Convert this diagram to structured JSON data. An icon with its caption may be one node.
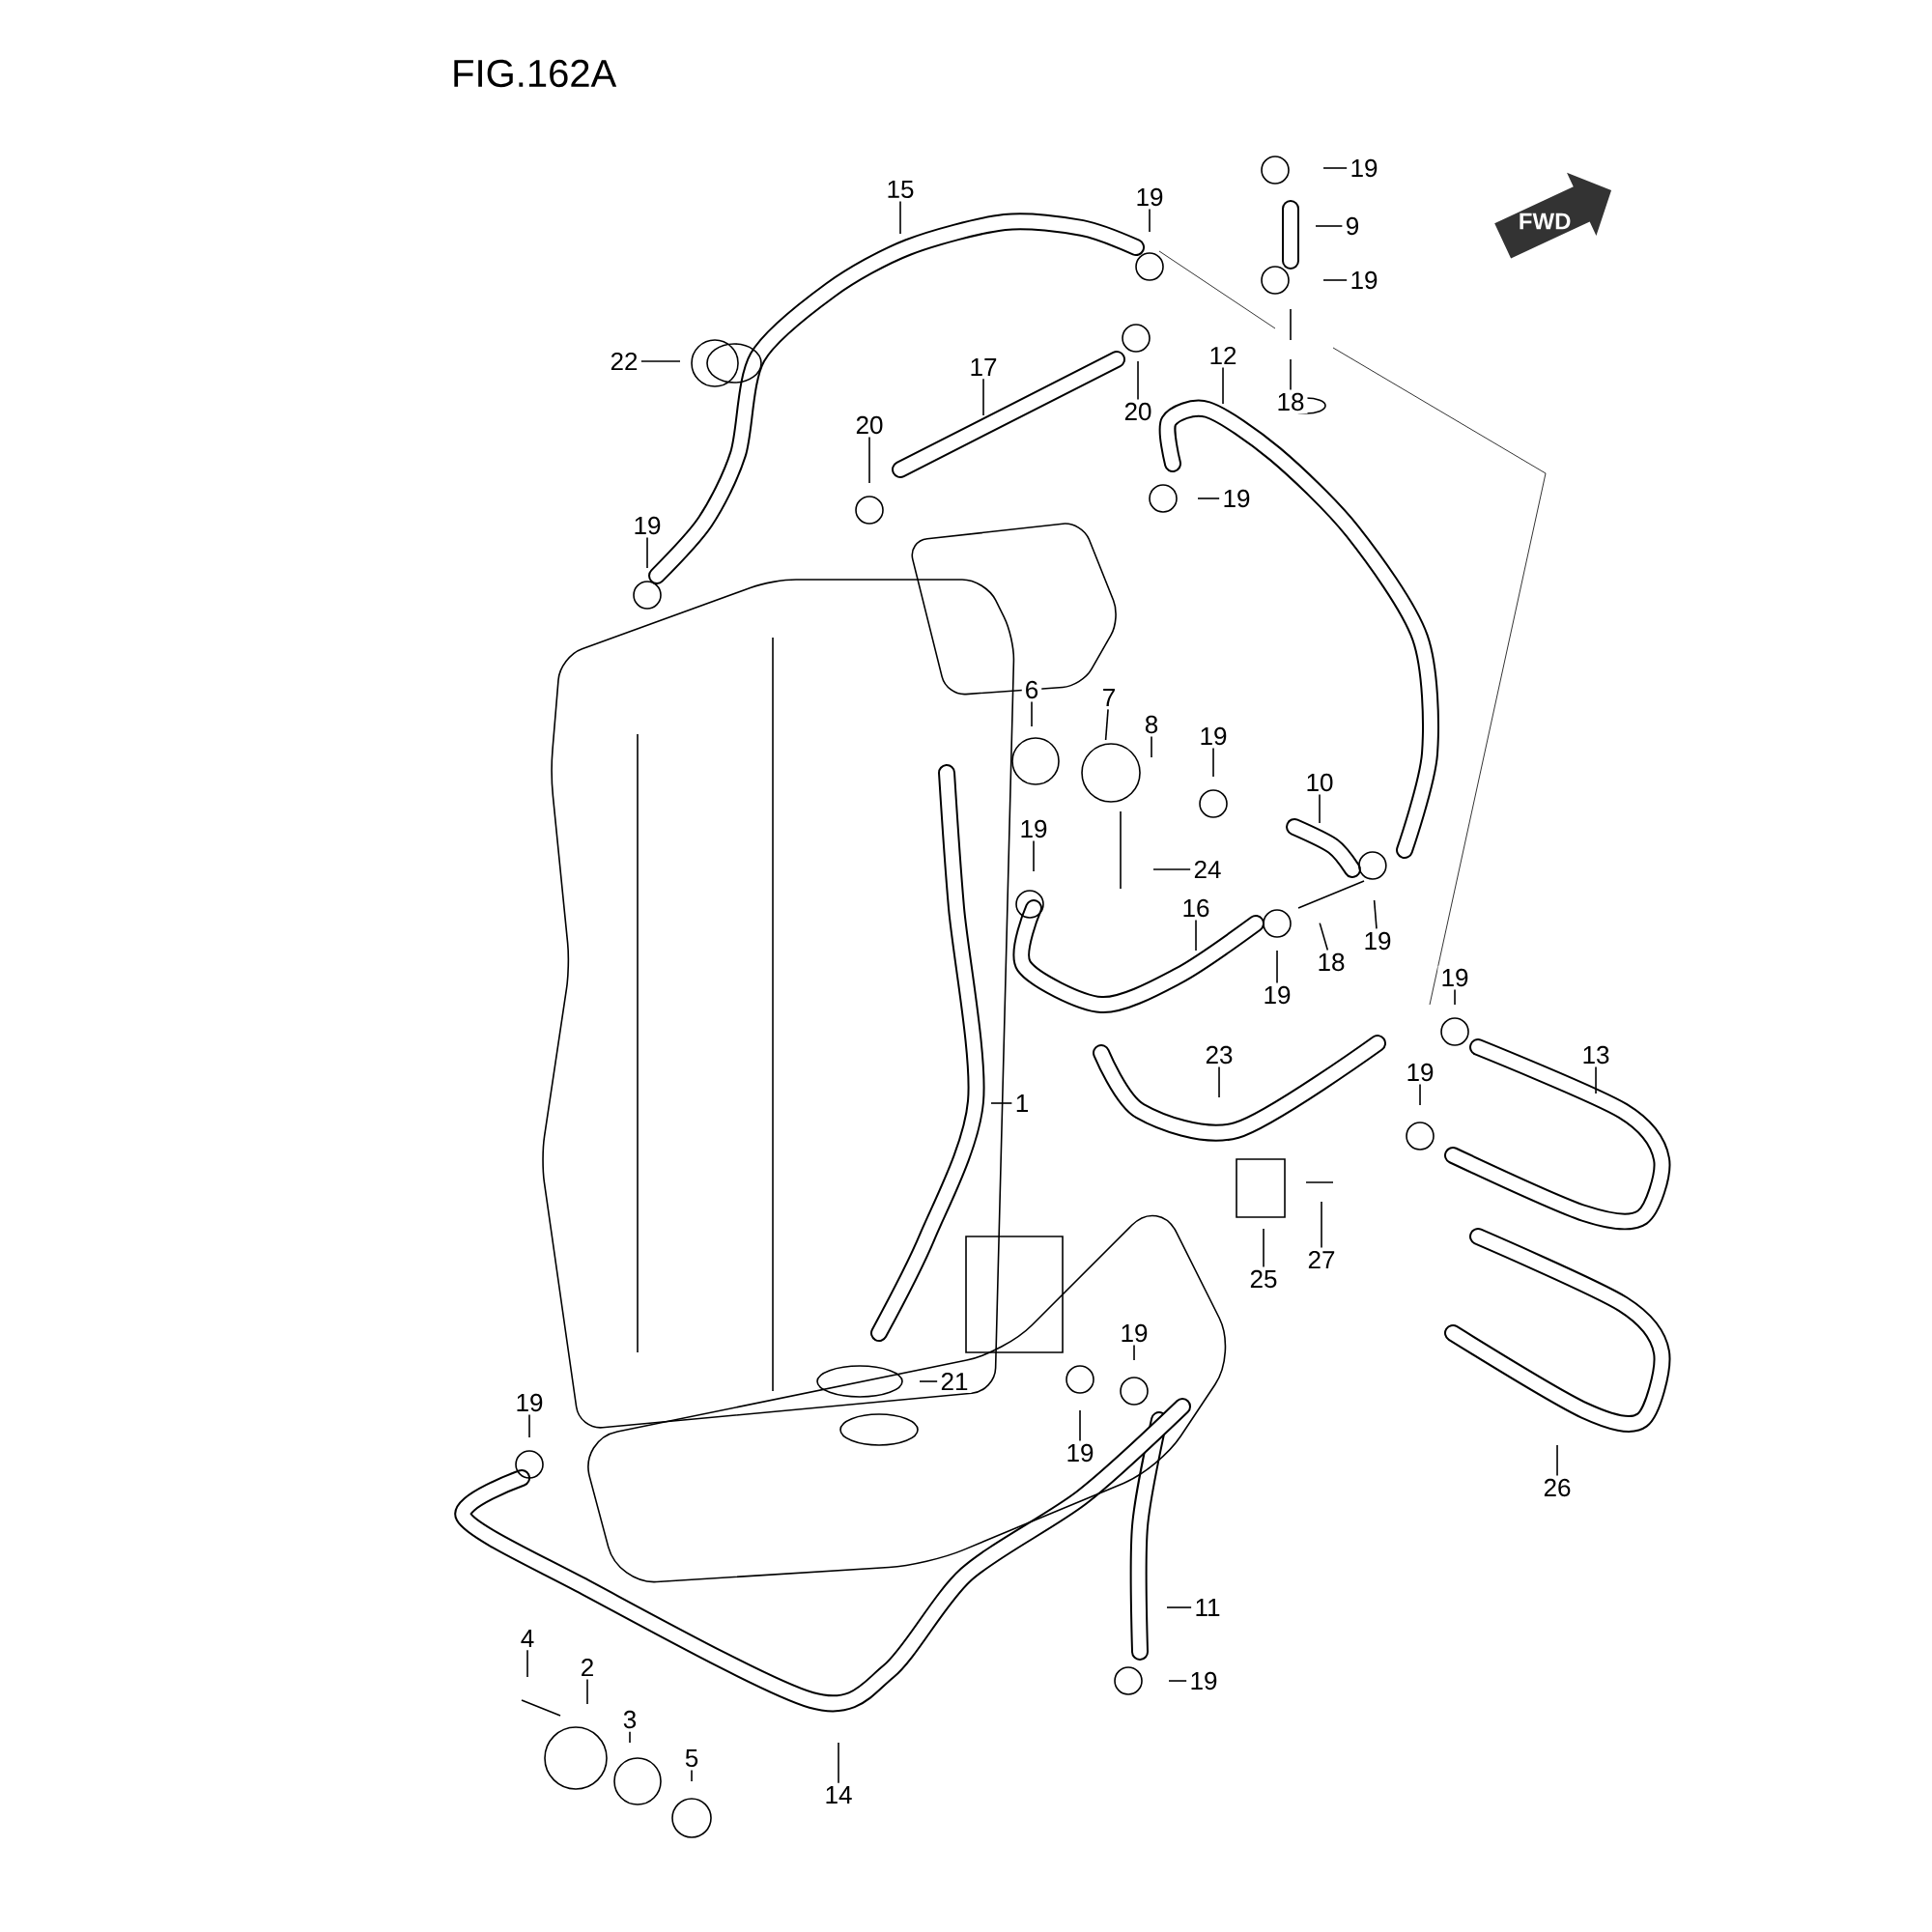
{
  "diagram": {
    "title": "FIG.162A",
    "nodes": [
      {
        "text": [
          "15"
        ]
      },
      {
        "text": [
          "19"
        ]
      },
      {
        "text": [
          "19"
        ]
      },
      {
        "text": [
          "9"
        ]
      },
      {
        "text": [
          "19"
        ]
      },
      {
        "text": [
          "18"
        ]
      },
      {
        "text": [
          "22"
        ]
      },
      {
        "text": [
          "17"
        ]
      },
      {
        "text": [
          "20"
        ]
      },
      {
        "text": [
          "20"
        ]
      },
      {
        "text": [
          "12"
        ]
      },
      {
        "text": [
          "19"
        ]
      },
      {
        "text": [
          "19"
        ]
      },
      {
        "text": [
          "6"
        ]
      },
      {
        "text": [
          "7"
        ]
      },
      {
        "text": [
          "8"
        ]
      },
      {
        "text": [
          "19"
        ]
      },
      {
        "text": [
          "10"
        ]
      },
      {
        "text": [
          "19"
        ]
      },
      {
        "text": [
          "24"
        ]
      },
      {
        "text": [
          "16"
        ]
      },
      {
        "text": [
          "19"
        ]
      },
      {
        "text": [
          "18"
        ]
      },
      {
        "text": [
          "19"
        ]
      },
      {
        "text": [
          "19"
        ]
      },
      {
        "text": [
          "13"
        ]
      },
      {
        "text": [
          "23"
        ]
      },
      {
        "text": [
          "19"
        ]
      },
      {
        "text": [
          "1"
        ]
      },
      {
        "text": [
          "25"
        ]
      },
      {
        "text": [
          "27"
        ]
      },
      {
        "text": [
          "21"
        ]
      },
      {
        "text": [
          "19"
        ]
      },
      {
        "text": [
          "19"
        ]
      },
      {
        "text": [
          "19"
        ]
      },
      {
        "text": [
          "26"
        ]
      },
      {
        "text": [
          "11"
        ]
      },
      {
        "text": [
          "19"
        ]
      },
      {
        "text": [
          "4"
        ]
      },
      {
        "text": [
          "2"
        ]
      },
      {
        "text": [
          "3"
        ]
      },
      {
        "text": [
          "5"
        ]
      },
      {
        "text": [
          "14"
        ]
      }
    ],
    "edges": [
      {
        "from": 0,
        "to": null,
        "arrow": "none"
      },
      {
        "from": 1,
        "to": null,
        "arrow": "none"
      },
      {
        "from": 2,
        "to": null,
        "arrow": "none"
      },
      {
        "from": 3,
        "to": null,
        "arrow": "none"
      },
      {
        "from": 4,
        "to": null,
        "arrow": "none"
      },
      {
        "from": 5,
        "to": null,
        "arrow": "none"
      },
      {
        "from": 6,
        "to": null,
        "arrow": "none"
      },
      {
        "from": 7,
        "to": null,
        "arrow": "none"
      },
      {
        "from": 8,
        "to": null,
        "arrow": "none"
      },
      {
        "from": 9,
        "to": null,
        "arrow": "none"
      },
      {
        "from": 10,
        "to": null,
        "arrow": "none"
      },
      {
        "from": 11,
        "to": null,
        "arrow": "none"
      },
      {
        "from": 12,
        "to": null,
        "arrow": "none"
      },
      {
        "from": 13,
        "to": null,
        "arrow": "none"
      },
      {
        "from": 14,
        "to": null,
        "arrow": "none"
      },
      {
        "from": 15,
        "to": null,
        "arrow": "none"
      },
      {
        "from": 16,
        "to": null,
        "arrow": "none"
      },
      {
        "from": 17,
        "to": null,
        "arrow": "none"
      },
      {
        "from": 18,
        "to": null,
        "arrow": "none"
      },
      {
        "from": 19,
        "to": null,
        "arrow": "none"
      },
      {
        "from": 20,
        "to": null,
        "arrow": "none"
      },
      {
        "from": 21,
        "to": null,
        "arrow": "none"
      },
      {
        "from": 22,
        "to": null,
        "arrow": "none"
      },
      {
        "from": 23,
        "to": null,
        "arrow": "none"
      },
      {
        "from": 24,
        "to": null,
        "arrow": "none"
      },
      {
        "from": 25,
        "to": null,
        "arrow": "none"
      },
      {
        "from": 26,
        "to": null,
        "arrow": "none"
      },
      {
        "from": 27,
        "to": null,
        "arrow": "none"
      },
      {
        "from": 28,
        "to": null,
        "arrow": "none"
      },
      {
        "from": 29,
        "to": null,
        "arrow": "none"
      },
      {
        "from": 30,
        "to": null,
        "arrow": "none"
      },
      {
        "from": 31,
        "to": null,
        "arrow": "none"
      },
      {
        "from": 32,
        "to": null,
        "arrow": "none"
      },
      {
        "from": 33,
        "to": null,
        "arrow": "none"
      },
      {
        "from": 34,
        "to": null,
        "arrow": "none"
      },
      {
        "from": 35,
        "to": null,
        "arrow": "none"
      },
      {
        "from": 36,
        "to": null,
        "arrow": "none"
      },
      {
        "from": 37,
        "to": null,
        "arrow": "none"
      },
      {
        "from": 38,
        "to": null,
        "arrow": "none"
      },
      {
        "from": 39,
        "to": null,
        "arrow": "none"
      },
      {
        "from": 40,
        "to": null,
        "arrow": "none"
      },
      {
        "from": 41,
        "to": null,
        "arrow": "none"
      },
      {
        "from": 42,
        "to": null,
        "arrow": "none"
      }
    ],
    "labels": [
      "FWD"
    ]
  }
}
